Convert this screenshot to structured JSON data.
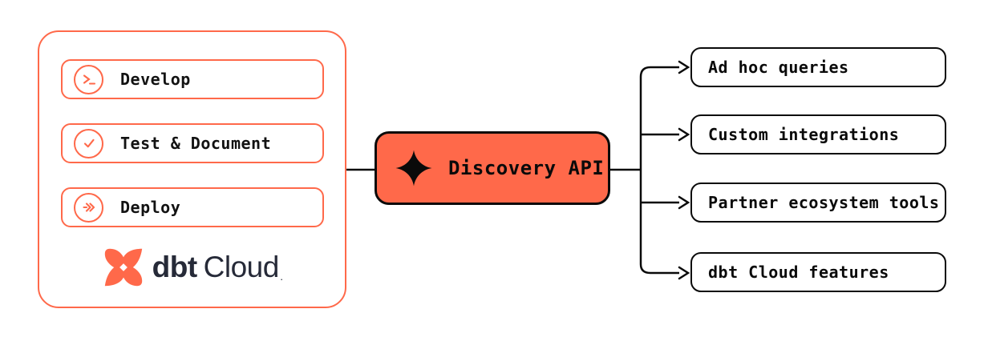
{
  "diagram": {
    "source_panel": {
      "items": [
        {
          "label": "Develop",
          "icon": "terminal-prompt-icon"
        },
        {
          "label": "Test & Document",
          "icon": "check-circle-icon"
        },
        {
          "label": "Deploy",
          "icon": "deploy-arrows-icon"
        }
      ],
      "logo": {
        "mark_icon": "dbt-logo-mark",
        "name_bold": "dbt",
        "name_regular": "Cloud",
        "trademark_dot": "."
      }
    },
    "hub": {
      "label": "Discovery API",
      "icon": "sparkle-icon"
    },
    "outputs": [
      "Ad hoc queries",
      "Custom integrations",
      "Partner ecosystem tools",
      "dbt Cloud features"
    ],
    "colors": {
      "accent_orange": "#FF694A",
      "line_black": "#0A0A0A",
      "brand_navy": "#262A38",
      "background": "#FFFFFF"
    }
  }
}
